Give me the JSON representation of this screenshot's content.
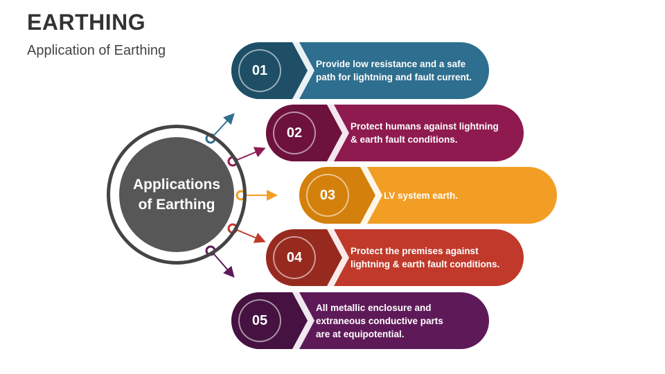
{
  "header": {
    "title": "EARTHING",
    "subtitle": "Application of Earthing"
  },
  "hub": {
    "label": "Applications of Earthing",
    "color": "#575757"
  },
  "items": [
    {
      "number": "01",
      "text": "Provide low resistance and a safe\npath for lightning and fault current.",
      "color": "#2e6e8e",
      "dark": "#1e4f67"
    },
    {
      "number": "02",
      "text": "Protect humans against lightning\n& earth fault conditions.",
      "color": "#8e1a4f",
      "dark": "#6d123c"
    },
    {
      "number": "03",
      "text": "LV system earth.",
      "color": "#f29e24",
      "dark": "#d4800c"
    },
    {
      "number": "04",
      "text": "Protect the premises against\nlightning & earth fault conditions.",
      "color": "#c0392b",
      "dark": "#972a1f"
    },
    {
      "number": "05",
      "text": "All metallic enclosure and\nextraneous conductive parts\nare at equipotential.",
      "color": "#5e1a58",
      "dark": "#451241"
    }
  ]
}
